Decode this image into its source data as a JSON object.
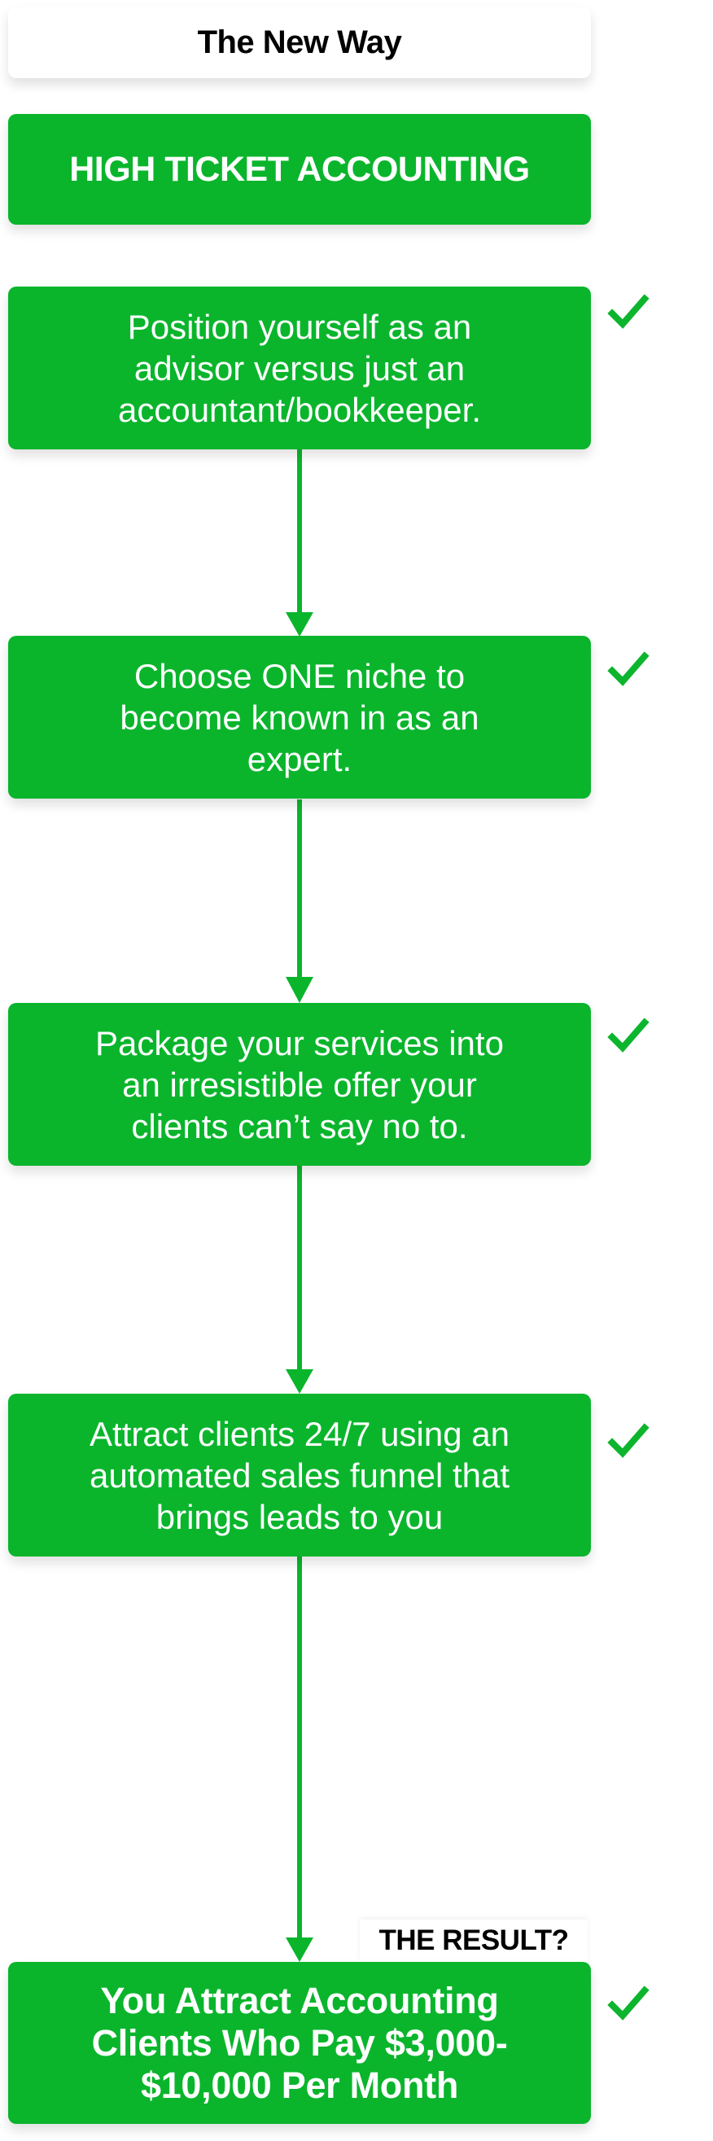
{
  "title": "The New Way",
  "header": "HIGH TICKET ACCOUNTING",
  "colors": {
    "brand_green": "#0ab52c",
    "check_green": "#0cb52d",
    "text_dark": "#000000",
    "text_light": "#ffffff"
  },
  "steps": [
    {
      "lines": [
        "Position yourself as an",
        "advisor versus just an",
        "accountant/bookkeeper."
      ],
      "checked": true,
      "icon": "checkmark-icon"
    },
    {
      "lines": [
        "Choose ONE niche to",
        "become known in as an",
        "expert."
      ],
      "checked": true,
      "icon": "checkmark-icon"
    },
    {
      "lines": [
        "Package your services into",
        "an irresistible offer your",
        "clients can’t say no to."
      ],
      "checked": true,
      "icon": "checkmark-icon"
    },
    {
      "lines": [
        "Attract clients 24/7 using an",
        "automated sales funnel that",
        "brings leads to you"
      ],
      "checked": true,
      "icon": "checkmark-icon"
    }
  ],
  "result": {
    "label": "THE RESULT?",
    "lines": [
      "You Attract Accounting",
      "Clients Who Pay $3,000-",
      "$10,000 Per Month"
    ],
    "checked": true,
    "icon": "checkmark-icon"
  },
  "connector_icon": "arrow-down-icon"
}
